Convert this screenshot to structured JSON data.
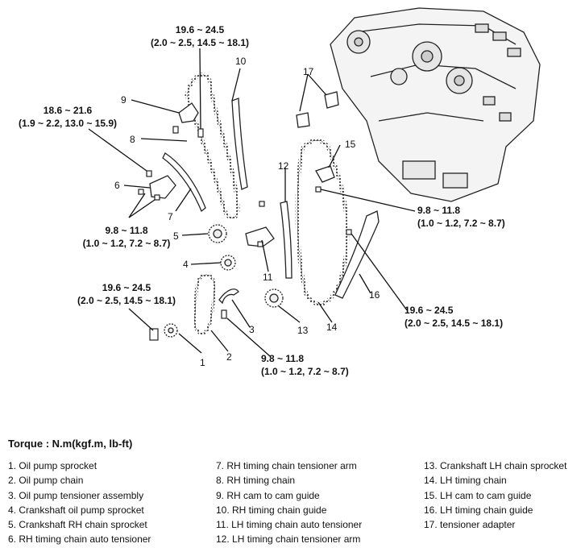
{
  "torque_specs": [
    {
      "id": "t1",
      "value": "19.6 ~ 24.5",
      "alt": "(2.0 ~ 2.5, 14.5 ~ 18.1)"
    },
    {
      "id": "t2",
      "value": "18.6 ~ 21.6",
      "alt": "(1.9 ~ 2.2, 13.0 ~ 15.9)"
    },
    {
      "id": "t3",
      "value": "9.8 ~ 11.8",
      "alt": "(1.0 ~ 1.2, 7.2 ~ 8.7)"
    },
    {
      "id": "t4",
      "value": "9.8 ~ 11.8",
      "alt": "(1.0 ~ 1.2, 7.2 ~ 8.7)"
    },
    {
      "id": "t5",
      "value": "19.6 ~ 24.5",
      "alt": "(2.0 ~ 2.5, 14.5 ~ 18.1)"
    },
    {
      "id": "t6",
      "value": "9.8 ~ 11.8",
      "alt": "(1.0 ~ 1.2, 7.2 ~ 8.7)"
    },
    {
      "id": "t7",
      "value": "19.6 ~ 24.5",
      "alt": "(2.0 ~ 2.5, 14.5 ~ 18.1)"
    }
  ],
  "callouts": [
    "1",
    "2",
    "3",
    "4",
    "5",
    "6",
    "7",
    "8",
    "9",
    "10",
    "11",
    "12",
    "13",
    "14",
    "15",
    "16",
    "17"
  ],
  "legend": {
    "title": "Torque : N.m(kgf.m, lb-ft)",
    "col1": [
      "1. Oil pump sprocket",
      "2. Oil pump chain",
      "3. Oil pump tensioner assembly",
      "4. Crankshaft oil pump sprocket",
      "5. Crankshaft RH chain sprocket",
      "6. RH timing chain auto tensioner"
    ],
    "col2": [
      "7. RH timing chain tensioner arm",
      "8. RH timing chain",
      "9. RH cam to cam guide",
      "10. RH timing chain guide",
      "11. LH timing chain auto tensioner",
      "12. LH timing chain tensioner arm"
    ],
    "col3": [
      "13. Crankshaft LH chain sprocket",
      "14. LH timing chain",
      "15. LH cam to cam guide",
      "16. LH timing chain guide",
      "17. tensioner adapter"
    ]
  }
}
